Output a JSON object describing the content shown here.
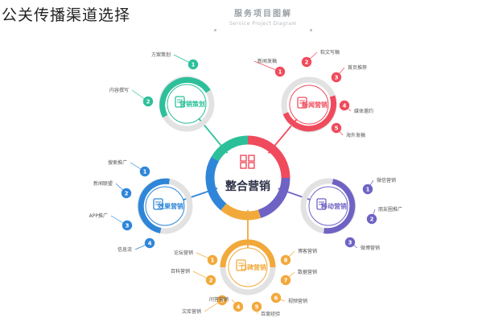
{
  "page_title": "公关传播渠道选择",
  "banner": {
    "title": "服务项目图解",
    "subtitle": "Service Project Diagram"
  },
  "center": {
    "label": "整合营销"
  },
  "colors": {
    "red": "#ef4b5c",
    "purple": "#6e63c4",
    "orange": "#f2a93b",
    "blue": "#2f86d8",
    "green": "#2cc09a",
    "ring": "#e2e2e2"
  },
  "hubs": [
    {
      "id": "yingxiao",
      "label": "营销策划",
      "color_key": "green",
      "icon": "document-icon",
      "items": [
        {
          "num": "1",
          "label": "方案策划"
        },
        {
          "num": "2",
          "label": "内容撰写"
        }
      ]
    },
    {
      "id": "xinwen",
      "label": "新闻营销",
      "color_key": "red",
      "icon": "newspaper-icon",
      "items": [
        {
          "num": "1",
          "label": "新闻发稿"
        },
        {
          "num": "2",
          "label": "软文写稿"
        },
        {
          "num": "3",
          "label": "首页推荐"
        },
        {
          "num": "4",
          "label": "媒体邀约"
        },
        {
          "num": "5",
          "label": "海外发稿"
        }
      ]
    },
    {
      "id": "xiaoguo",
      "label": "效果营销",
      "color_key": "blue",
      "icon": "tag-icon",
      "items": [
        {
          "num": "1",
          "label": "搜索推广"
        },
        {
          "num": "2",
          "label": "新闻联盟"
        },
        {
          "num": "3",
          "label": "APP推广"
        },
        {
          "num": "4",
          "label": "信息流"
        }
      ]
    },
    {
      "id": "yidong",
      "label": "移动营销",
      "color_key": "purple",
      "icon": "phone-icon",
      "items": [
        {
          "num": "1",
          "label": "微信营销"
        },
        {
          "num": "2",
          "label": "朋友圈推广"
        },
        {
          "num": "3",
          "label": "微博营销"
        }
      ]
    },
    {
      "id": "koubei",
      "label": "口碑营销",
      "color_key": "orange",
      "icon": "clipboard-icon",
      "items": [
        {
          "num": "1",
          "label": "论坛营销"
        },
        {
          "num": "2",
          "label": "百科营销"
        },
        {
          "num": "3",
          "label": "文库营销"
        },
        {
          "num": "4",
          "label": "问答营销"
        },
        {
          "num": "5",
          "label": "百度经验"
        },
        {
          "num": "6",
          "label": "视频营销"
        },
        {
          "num": "7",
          "label": "数据营销"
        },
        {
          "num": "8",
          "label": "博客营销"
        }
      ]
    }
  ]
}
